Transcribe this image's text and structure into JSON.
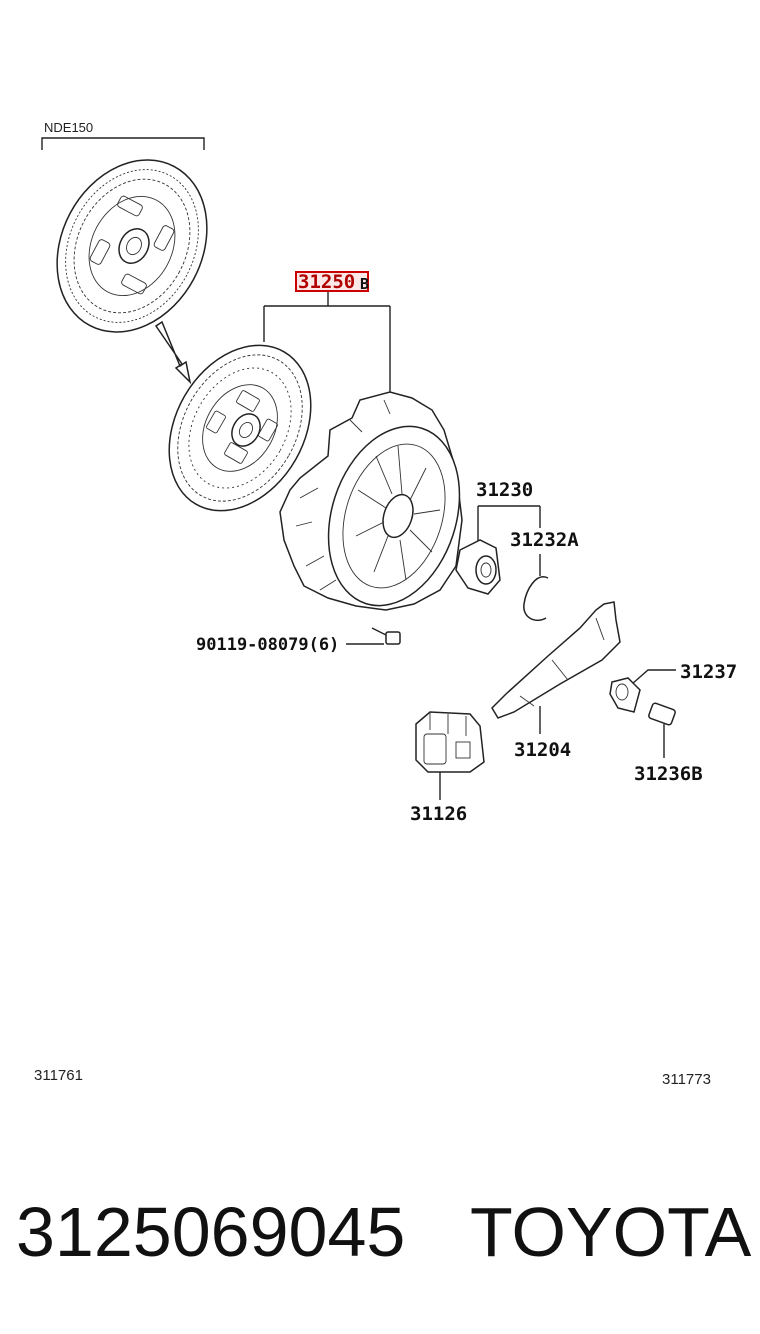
{
  "diagram": {
    "group_label": "NDE150",
    "highlight_color": "#cc0000",
    "callouts": {
      "clutch_cover_number": "31250",
      "clutch_cover_suffix": "B",
      "bearing": "31230",
      "clip": "31232A",
      "bolt": "90119-08079(6)",
      "support": "31237",
      "fork": "31204",
      "pivot": "31236B",
      "boot": "31126"
    },
    "reference_left": "311761",
    "reference_right": "311773"
  },
  "footer": {
    "part_number": "3125069045",
    "brand": "TOYOTA"
  }
}
